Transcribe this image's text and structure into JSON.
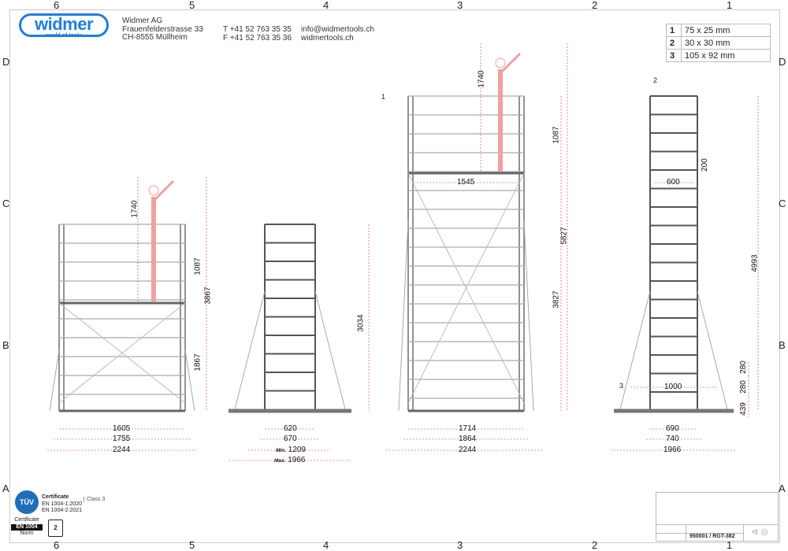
{
  "zones": {
    "columns": [
      "6",
      "5",
      "4",
      "3",
      "2",
      "1"
    ],
    "rows": [
      "D",
      "C",
      "B",
      "A"
    ]
  },
  "header": {
    "logo_text": "widmer",
    "logo_tagline": "world of tools",
    "company": "Widmer AG",
    "street": "Frauenfelderstrasse 33",
    "city": "CH-8555 Müllheim",
    "phone": "T +41 52 763 35 35",
    "fax": "F +41 52 763 35 36",
    "email": "info@widmertools.ch",
    "web": "widmertools.ch"
  },
  "legend": [
    {
      "n": "1",
      "v": "75 x 25 mm"
    },
    {
      "n": "2",
      "v": "30 x 30 mm"
    },
    {
      "n": "3",
      "v": "105 x 92 mm"
    }
  ],
  "views": {
    "front_low": {
      "widths": [
        "1605",
        "1755",
        "2244"
      ],
      "heights": [
        "1740",
        "1087",
        "3867",
        "1867"
      ]
    },
    "side_low": {
      "widths": [
        "620",
        "670",
        "1209",
        "1966"
      ],
      "min_label": "Min.",
      "max_label": "Max.",
      "height": "3034"
    },
    "front_high": {
      "widths": [
        "1714",
        "1864",
        "2244"
      ],
      "platform": "1545",
      "heights": [
        "1740",
        "1087",
        "5827",
        "3827"
      ],
      "callout": "1"
    },
    "side_high": {
      "widths": [
        "690",
        "740",
        "1966"
      ],
      "rung": "600",
      "rung_gap": "200",
      "inner": "1000",
      "heights": [
        "4993",
        "280",
        "280",
        "439"
      ],
      "callouts": [
        "2",
        "3"
      ]
    }
  },
  "certificate": {
    "title": "Certificate",
    "norm1": "EN 1004-1:2020",
    "norm2": "EN 1004-2:2021",
    "class": "Class 3",
    "tuv": "TÜV",
    "badge_top": "Certificate",
    "badge_mid": "EN 1004",
    "badge_bottom": "Norm",
    "load": "2"
  },
  "title_block": {
    "drawing_number": "950001 / RGT-382"
  }
}
